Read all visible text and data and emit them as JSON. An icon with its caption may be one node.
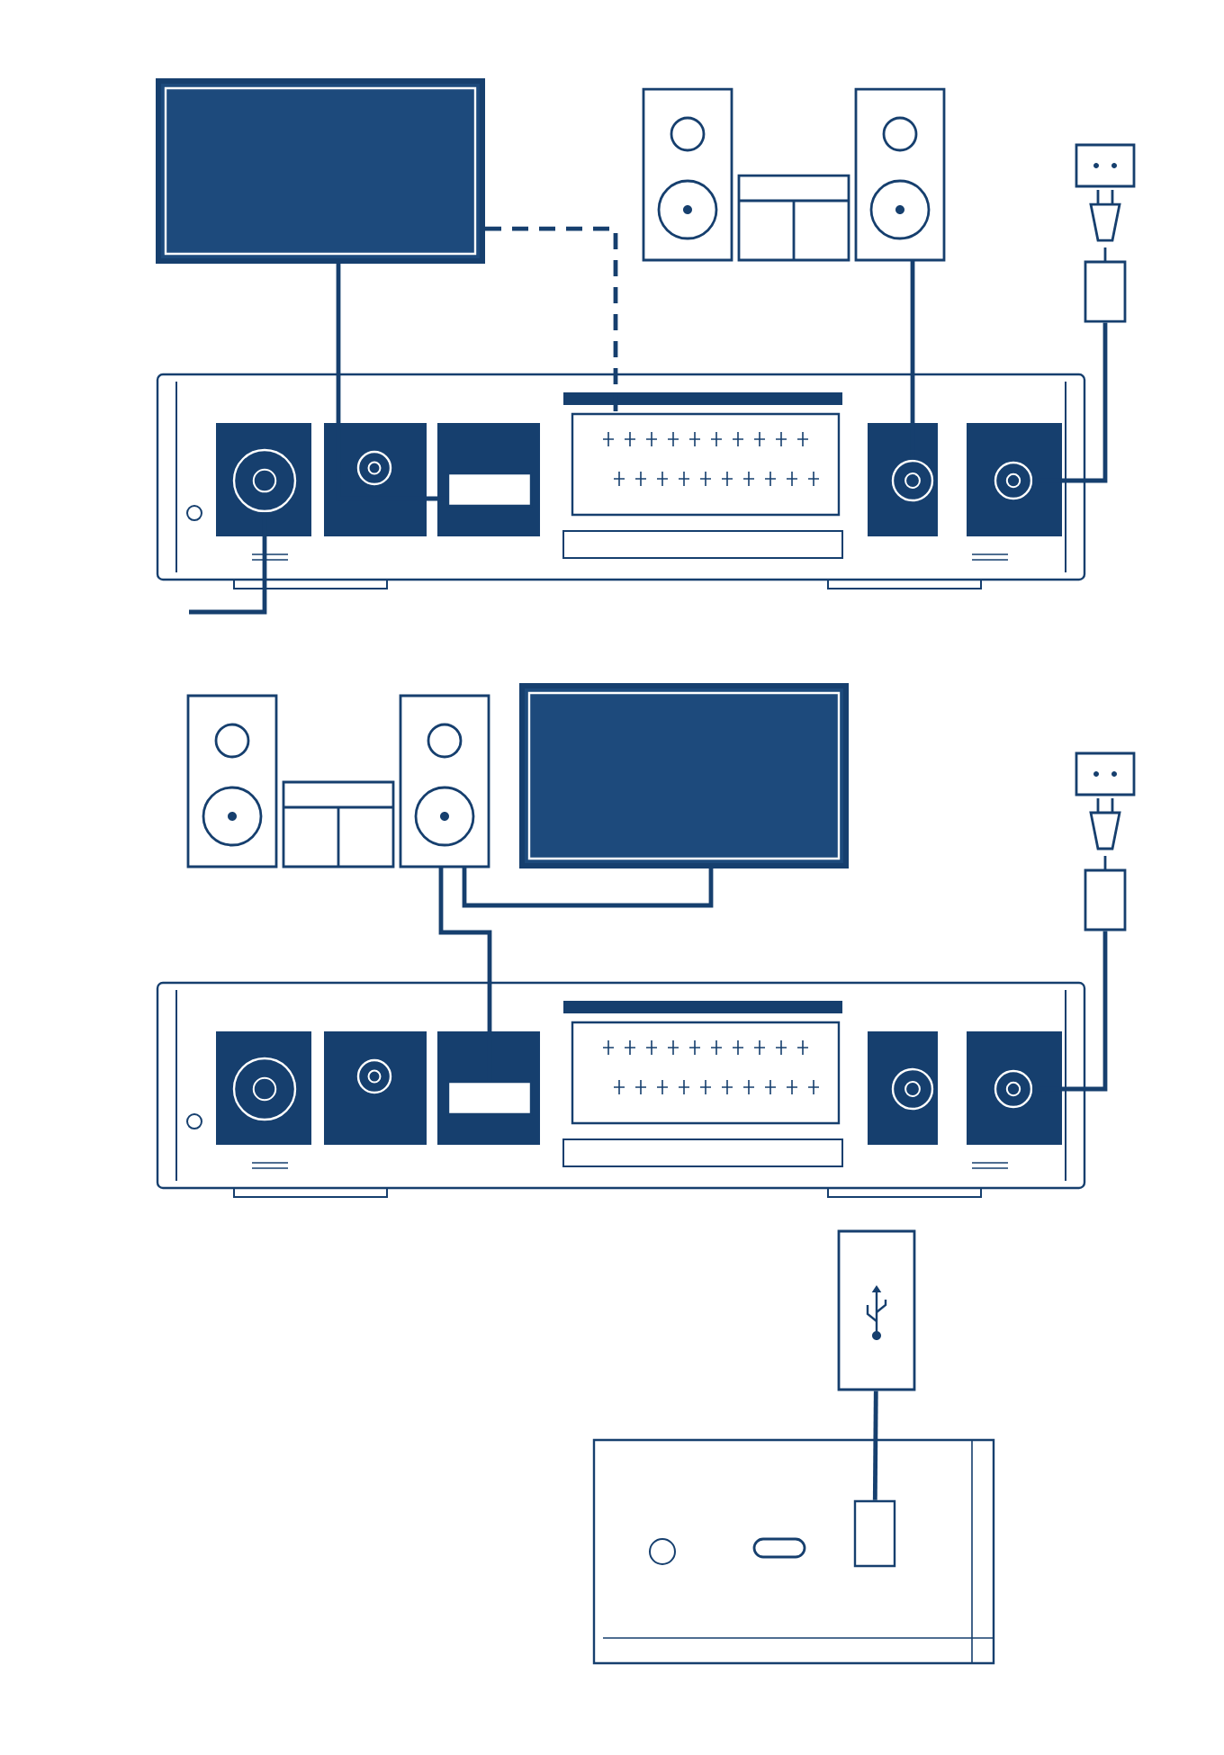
{
  "diagram": {
    "nodes": [
      {
        "text": [],
        "shape": "box"
      },
      {
        "text": [],
        "shape": "speaker"
      },
      {
        "text": [],
        "shape": "plug"
      },
      {
        "text": [],
        "shape": "box"
      },
      {
        "text": [],
        "shape": "circle",
        "in": 3
      },
      {
        "text": [],
        "shape": "circle",
        "in": 3
      },
      {
        "text": [],
        "shape": "box",
        "in": 3
      },
      {
        "text": [],
        "shape": "box",
        "in": 3
      },
      {
        "text": [],
        "shape": "circle",
        "in": 3
      },
      {
        "text": [],
        "shape": "circle",
        "in": 3
      },
      {
        "text": [],
        "shape": "speaker"
      },
      {
        "text": [],
        "shape": "box"
      },
      {
        "text": [],
        "shape": "plug"
      },
      {
        "text": [],
        "shape": "box"
      },
      {
        "text": [],
        "shape": "circle",
        "in": 13
      },
      {
        "text": [],
        "shape": "circle",
        "in": 13
      },
      {
        "text": [],
        "shape": "box",
        "in": 13
      },
      {
        "text": [],
        "shape": "box",
        "in": 13
      },
      {
        "text": [],
        "shape": "circle",
        "in": 13
      },
      {
        "text": [],
        "shape": "circle",
        "in": 13
      },
      {
        "text": [],
        "shape": "box"
      },
      {
        "text": [],
        "shape": "box"
      },
      {
        "text": [],
        "shape": "box",
        "in": 21
      }
    ],
    "edges": [
      {
        "from": null,
        "to": 4,
        "arrow": "none"
      },
      {
        "from": 0,
        "to": 6,
        "arrow": "none"
      },
      {
        "from": 0,
        "to": 7,
        "arrow": "none",
        "style": "dashed"
      },
      {
        "from": 1,
        "to": 8,
        "arrow": "none"
      },
      {
        "from": 2,
        "to": 9,
        "arrow": "none"
      },
      {
        "from": 11,
        "to": 10,
        "arrow": "none"
      },
      {
        "from": 10,
        "to": 16,
        "arrow": "none"
      },
      {
        "from": 12,
        "to": 19,
        "arrow": "none"
      },
      {
        "from": 20,
        "to": 22,
        "arrow": "none"
      }
    ]
  }
}
